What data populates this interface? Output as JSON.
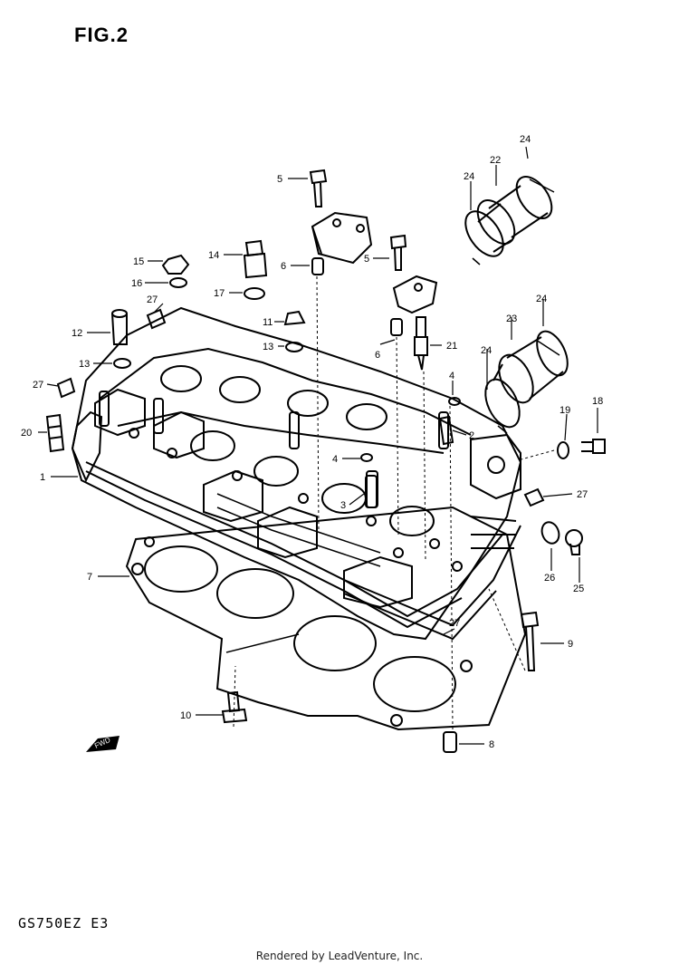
{
  "title": "FIG.2",
  "model_code": "GS750EZ E3",
  "footer": "Rendered by LeadVenture, Inc.",
  "fwd_label": "FWD",
  "callouts": [
    {
      "id": "c24a",
      "label": "24"
    },
    {
      "id": "c22",
      "label": "22"
    },
    {
      "id": "c24b",
      "label": "24"
    },
    {
      "id": "c5a",
      "label": "5"
    },
    {
      "id": "c6a",
      "label": "6"
    },
    {
      "id": "c5b",
      "label": "5"
    },
    {
      "id": "c15",
      "label": "15"
    },
    {
      "id": "c14",
      "label": "14"
    },
    {
      "id": "c16",
      "label": "16"
    },
    {
      "id": "c17",
      "label": "17"
    },
    {
      "id": "c27a",
      "label": "27"
    },
    {
      "id": "c11",
      "label": "11"
    },
    {
      "id": "c12",
      "label": "12"
    },
    {
      "id": "c13a",
      "label": "13"
    },
    {
      "id": "c13b",
      "label": "13"
    },
    {
      "id": "c24c",
      "label": "24"
    },
    {
      "id": "c23",
      "label": "23"
    },
    {
      "id": "c6b",
      "label": "6"
    },
    {
      "id": "c21",
      "label": "21"
    },
    {
      "id": "c24d",
      "label": "24"
    },
    {
      "id": "c27b",
      "label": "27"
    },
    {
      "id": "c4a",
      "label": "4"
    },
    {
      "id": "c19",
      "label": "19"
    },
    {
      "id": "c18",
      "label": "18"
    },
    {
      "id": "c20",
      "label": "20"
    },
    {
      "id": "c2",
      "label": "2"
    },
    {
      "id": "c4b",
      "label": "4"
    },
    {
      "id": "c1",
      "label": "1"
    },
    {
      "id": "c3",
      "label": "3"
    },
    {
      "id": "c27c",
      "label": "27"
    },
    {
      "id": "c7",
      "label": "7"
    },
    {
      "id": "c26",
      "label": "26"
    },
    {
      "id": "c25",
      "label": "25"
    },
    {
      "id": "c27d",
      "label": "27"
    },
    {
      "id": "c9",
      "label": "9"
    },
    {
      "id": "c10",
      "label": "10"
    },
    {
      "id": "c8",
      "label": "8"
    }
  ]
}
